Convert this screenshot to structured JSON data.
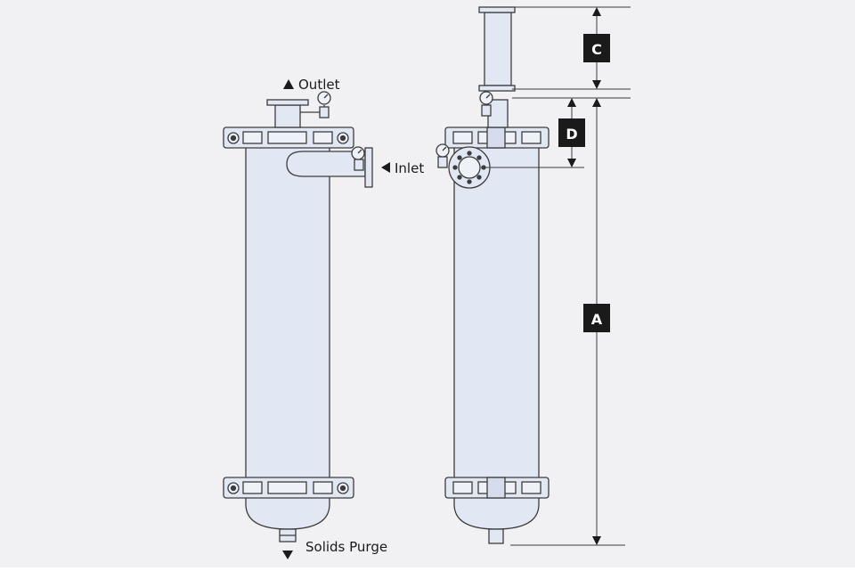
{
  "labels": {
    "outlet": "Outlet",
    "inlet": "Inlet",
    "solids_purge": "Solids Purge"
  },
  "dimensions": {
    "a": "A",
    "c": "C",
    "d": "D"
  },
  "colors": {
    "background": "#f1f1f3",
    "vessel_fill": "#e2e7f4",
    "outline": "#3c3c3c",
    "dimension_badge": "#1a1a1a",
    "badge_text": "#ffffff",
    "label_text": "#1a1a1a"
  }
}
